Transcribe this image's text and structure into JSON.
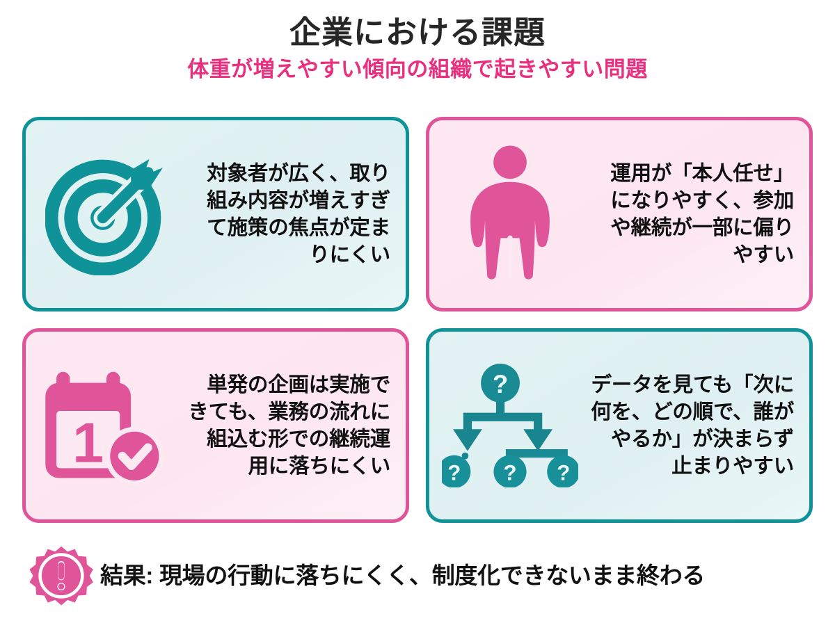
{
  "header": {
    "title": "企業における課題",
    "subtitle": "体重が増えやすい傾向の組織で起きやすい問題"
  },
  "cards": [
    {
      "id": "scope-focus",
      "icon": "target-icon",
      "theme": "teal",
      "text": "対象者が広く、取り組み内容が増えすぎて施策の焦点が定まりにくい"
    },
    {
      "id": "self-reliance",
      "icon": "overweight-person-icon",
      "theme": "pink",
      "text": "運用が「本人任せ」になりやすく、参加や継続が一部に偏りやすい"
    },
    {
      "id": "one-off-events",
      "icon": "calendar-check-icon",
      "theme": "pink",
      "text": "単発の企画は実施できても、業務の流れに組込む形での継続運用に落ちにくい"
    },
    {
      "id": "unclear-next-action",
      "icon": "decision-tree-question-icon",
      "theme": "teal",
      "text": "データを見ても「次に何を、どの順で、誰がやるか」が決まらず止まりやすい"
    }
  ],
  "banner": {
    "icon": "exclamation-starburst-icon",
    "text": "結果: 現場の行動に落ちにくく、制度化できないまま終わる"
  },
  "colors": {
    "teal_border": "#0f9399",
    "teal_fill": "#e0f2f3",
    "pink_border": "#e0549a",
    "pink_fill": "#fde8f2",
    "accent_magenta": "#e8307f",
    "title_dark": "#262626",
    "body_text": "#111111",
    "background": "#ffffff"
  }
}
